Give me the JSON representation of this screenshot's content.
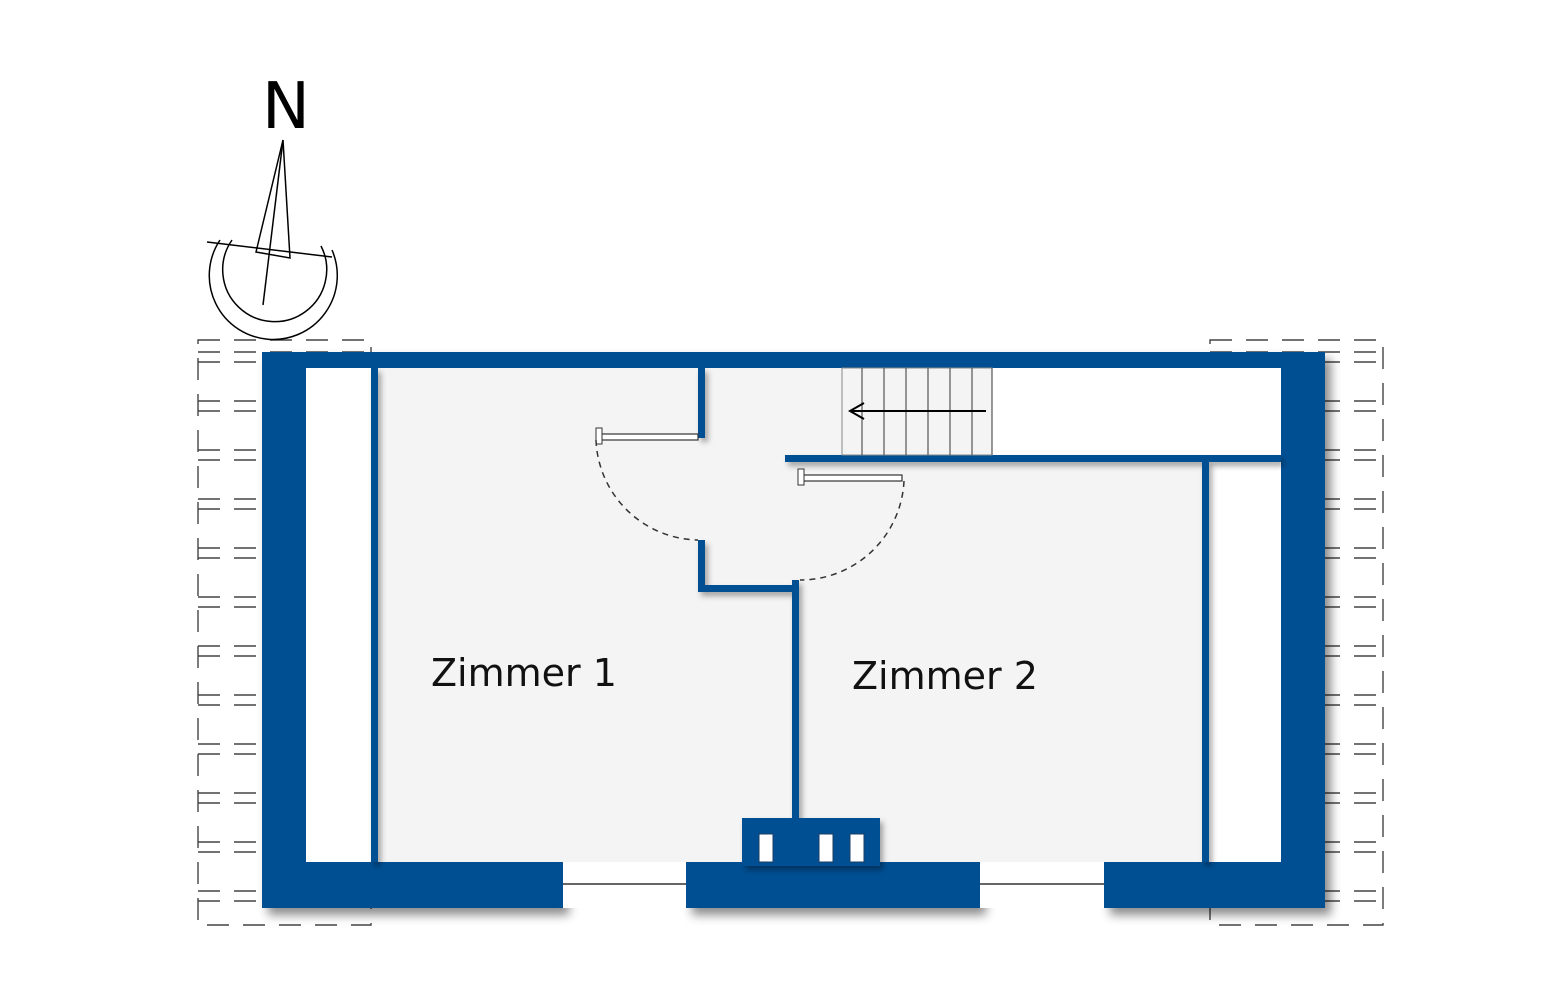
{
  "compass": {
    "label": "N"
  },
  "rooms": [
    {
      "id": "zimmer-1",
      "label": "Zimmer 1"
    },
    {
      "id": "zimmer-2",
      "label": "Zimmer 2"
    }
  ],
  "colors": {
    "wall": "#004f93",
    "wall_edge": "#1b3f66",
    "floor": "#f4f4f4",
    "roof_dash": "#444444",
    "stair_line": "#555555",
    "door_swing": "#333333",
    "text": "#111111"
  },
  "icons": [
    "north-arrow-icon",
    "stair-arrow-icon"
  ]
}
